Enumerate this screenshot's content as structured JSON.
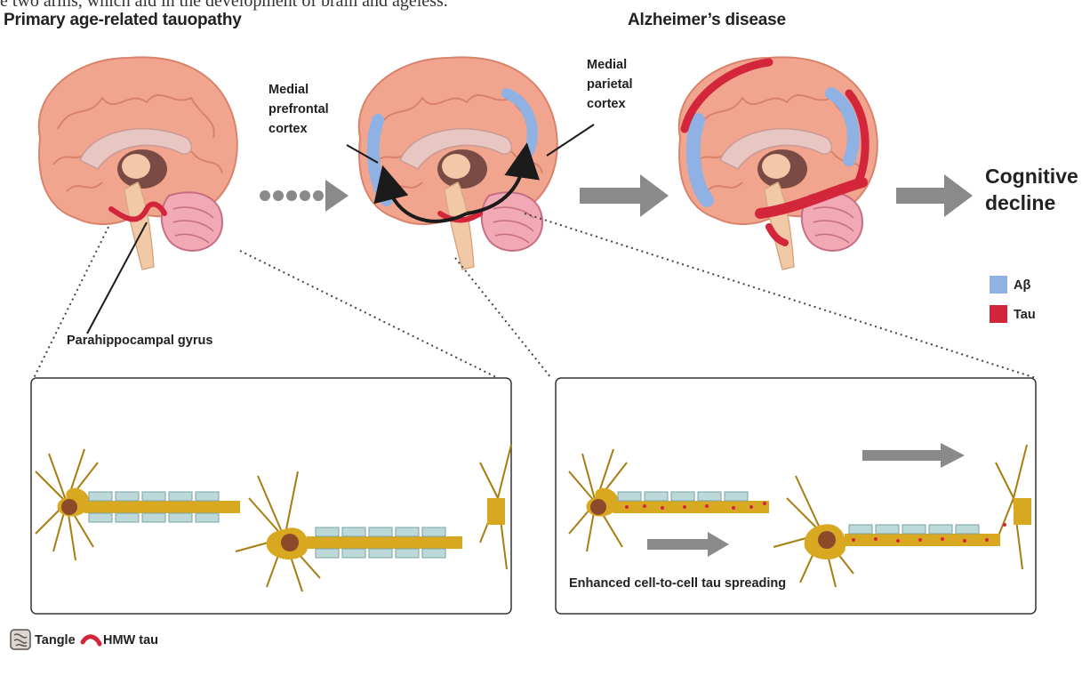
{
  "cut_off_top_text": "e two arms, which aid in the development of brain and ageless.",
  "left_heading": "Primary age-related tauopathy",
  "right_heading": "Alzheimer’s disease",
  "labels": {
    "medial_prefrontal": [
      "Medial",
      "prefrontal",
      "cortex"
    ],
    "medial_parietal": [
      "Medial",
      "parietal",
      "cortex"
    ],
    "parahippocampal": "Parahippocampal gyrus",
    "outcome": [
      "Cognitive",
      "decline"
    ],
    "spreading": "Enhanced cell-to-cell tau spreading"
  },
  "legend": {
    "abeta": "Aβ",
    "tau": "Tau",
    "tangle": "Tangle",
    "hmw_tau": "HMW tau"
  },
  "colors": {
    "brain": "#f2a58e",
    "brain_dark": "#d9826b",
    "abeta": "#8fb1e3",
    "tau": "#d3263a",
    "arrow": "#8a8a8a",
    "neuron": "#d9a821",
    "neuron_dark": "#a77d10",
    "nucleus": "#8b4a2a"
  }
}
